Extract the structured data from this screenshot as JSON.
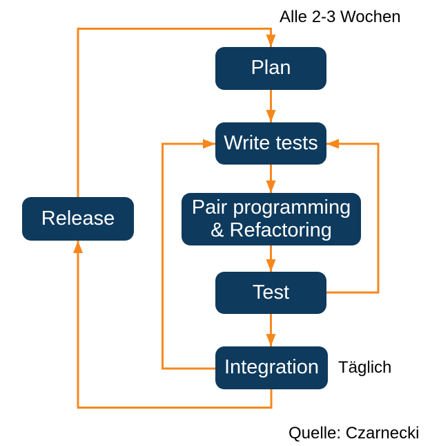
{
  "diagram": {
    "type": "flowchart",
    "nodes": [
      {
        "id": "plan",
        "label": "Plan"
      },
      {
        "id": "write-tests",
        "label": "Write tests"
      },
      {
        "id": "pair-programming",
        "label": "Pair programming\n& Refactoring"
      },
      {
        "id": "test",
        "label": "Test"
      },
      {
        "id": "integration",
        "label": "Integration"
      },
      {
        "id": "release",
        "label": "Release"
      }
    ],
    "edges": [
      {
        "from": "release",
        "to": "plan",
        "note": "Alle 2-3 Wochen"
      },
      {
        "from": "plan",
        "to": "write-tests"
      },
      {
        "from": "write-tests",
        "to": "pair-programming"
      },
      {
        "from": "pair-programming",
        "to": "test"
      },
      {
        "from": "test",
        "to": "integration"
      },
      {
        "from": "integration",
        "to": "write-tests",
        "note": "Täglich"
      },
      {
        "from": "test",
        "to": "write-tests"
      },
      {
        "from": "integration",
        "to": "release"
      }
    ],
    "annotations": {
      "cycle_label": "Alle 2-3 Wochen",
      "daily_label": "Täglich",
      "source_label": "Quelle: Czarnecki"
    },
    "colors": {
      "node_fill": "#0E3A5D",
      "node_text": "#FFFFFF",
      "arrow": "#F7871D",
      "label_text": "#000000",
      "background": "#FFFFFF"
    }
  }
}
